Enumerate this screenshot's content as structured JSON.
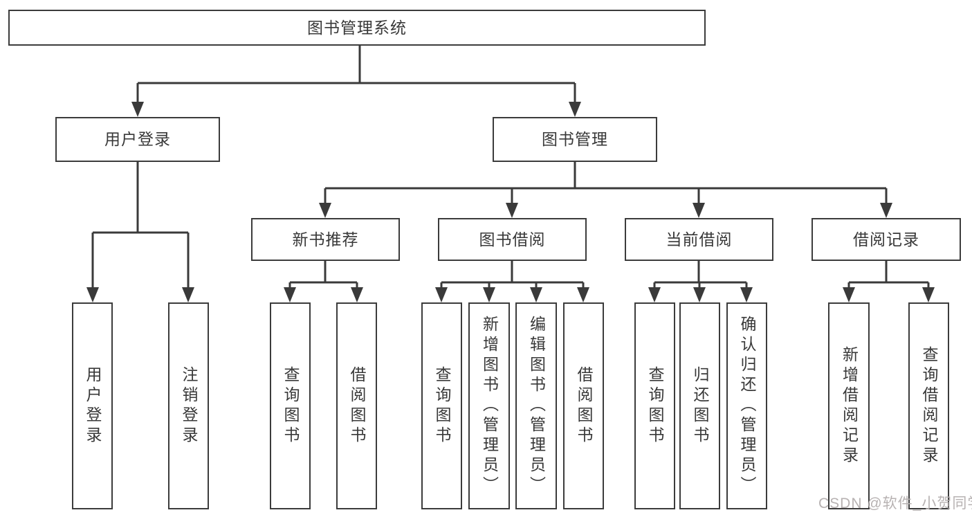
{
  "tree": {
    "label": "图书管理系统",
    "children": [
      {
        "label": "用户登录",
        "children": [
          {
            "label": "用户登录"
          },
          {
            "label": "注销登录"
          }
        ]
      },
      {
        "label": "图书管理",
        "children": [
          {
            "label": "新书推荐",
            "children": [
              {
                "label": "查询图书"
              },
              {
                "label": "借阅图书"
              }
            ]
          },
          {
            "label": "图书借阅",
            "children": [
              {
                "label": "查询图书"
              },
              {
                "label": "新增图书（管理员）"
              },
              {
                "label": "编辑图书（管理员）"
              },
              {
                "label": "借阅图书"
              }
            ]
          },
          {
            "label": "当前借阅",
            "children": [
              {
                "label": "查询图书"
              },
              {
                "label": "归还图书"
              },
              {
                "label": "确认归还（管理员）"
              }
            ]
          },
          {
            "label": "借阅记录",
            "children": [
              {
                "label": "新增借阅记录"
              },
              {
                "label": "查询借阅记录"
              }
            ]
          }
        ]
      }
    ]
  },
  "watermark": {
    "text": "CSDN @软件_小贺同学"
  },
  "colors": {
    "line": "#3a3a3a",
    "border": "#3b3b3b",
    "text": "#383838",
    "watermark": "#b7b2b2",
    "background": "#ffffff"
  }
}
